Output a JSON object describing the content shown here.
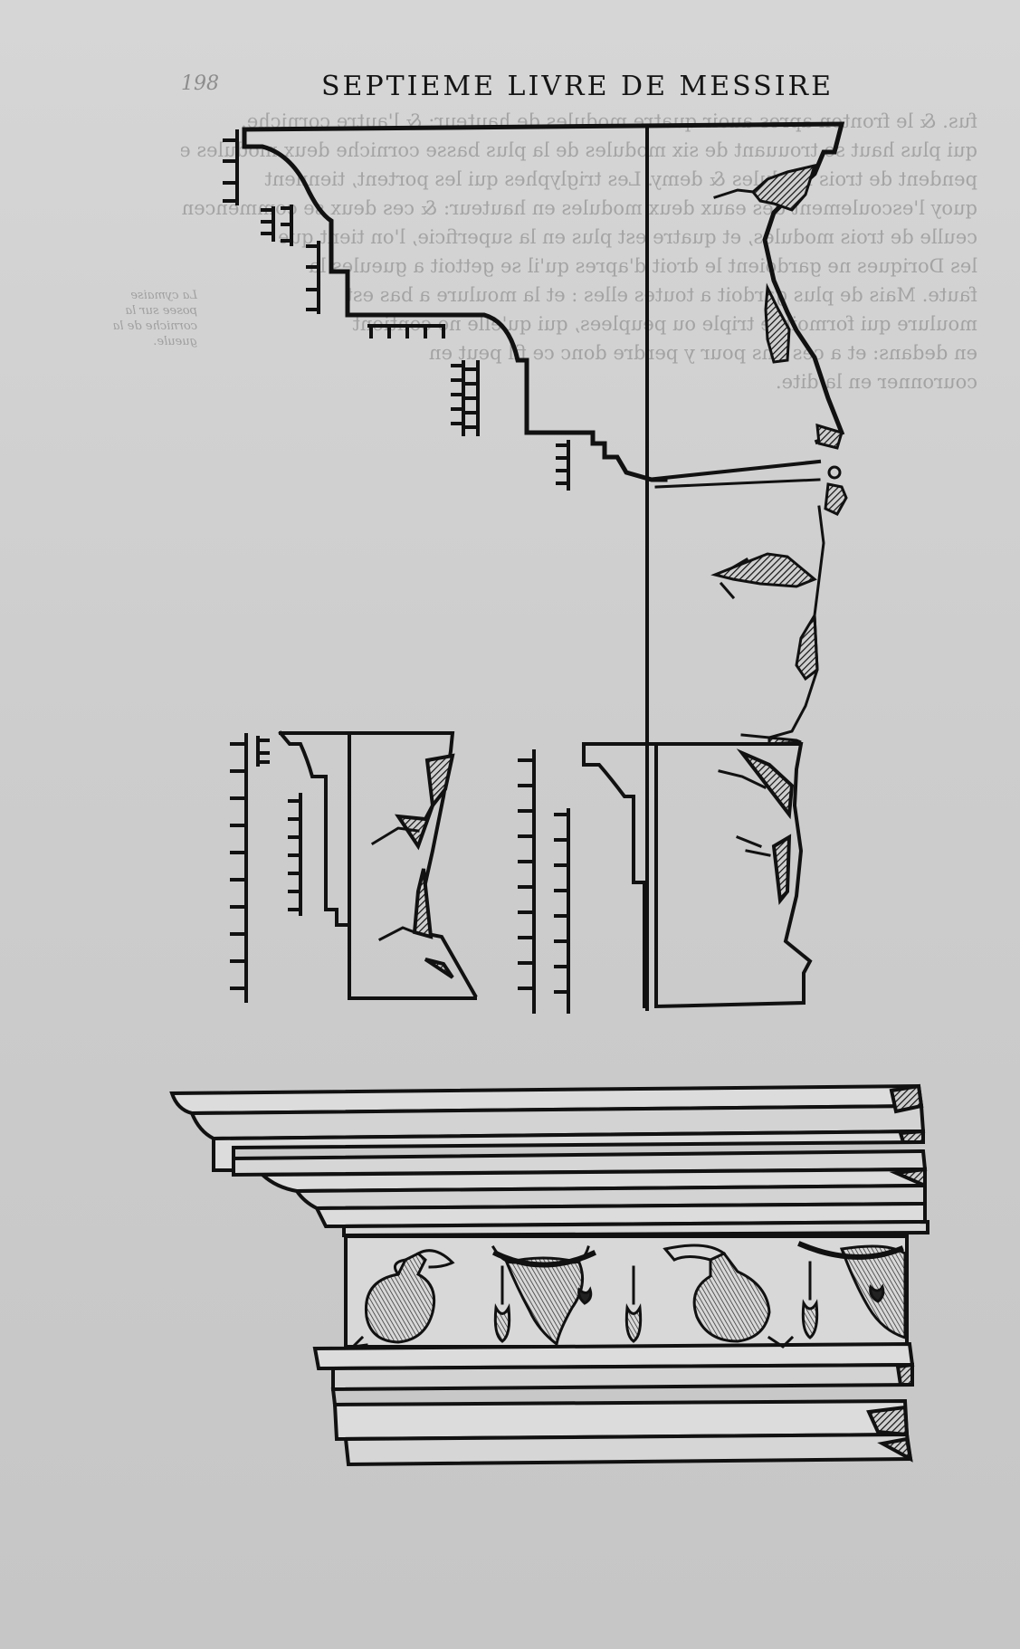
{
  "page": {
    "running_head": "SEPTIEME LIVRE DE MESSIRE",
    "folio": "198"
  },
  "bleed_through": {
    "lines": [
      "fus. & le fronton apres auoir quatre modules de hauteur: & l'autre corniche.",
      "qui plus haut se trouuant de six modules de la plus basse corniche deux modules et",
      "pendent de trois modules & demy. Les triglyphes qui les portent, tiennent",
      "quoy l'escoulement des eaux deux modules en hauteur: & ces deux se commencent,",
      "ceulle de trois modules, et quatre est plus en la superficie, l'on tient que",
      "les Doriques ne gardoient le droit d'apres qu'il se gettoit a gueules la",
      "faute. Mais de plus gardoit a toutes elles : et la moulure a bas est",
      "moulure qui formoit le triple ou peuplees, qui qu'elle ne contient",
      "en dedans: et a ces fins pour y perdre donc ce fil peut en",
      "couronner en la dite."
    ],
    "margin_note": "La cymaise posee sur la corniche de la gueule."
  },
  "illustration": {
    "subject": "woodcut architectural profiles of ruined cornices, architrave and a frieze carved with ewers, bucrania and tasselled garlands"
  }
}
